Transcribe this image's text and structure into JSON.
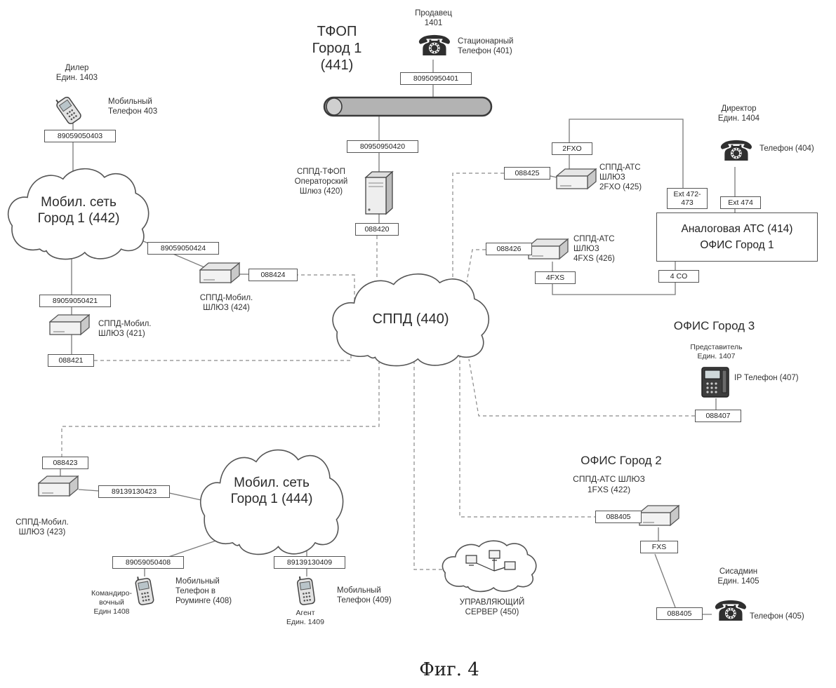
{
  "caption": "Фиг. 4",
  "icons": {
    "desk_phone_glyph": "☎"
  },
  "colors": {
    "line": "#7a7a7a",
    "cloud_stroke": "#555555",
    "pipe_fill": "#b3b3b3"
  },
  "pstn": {
    "cloud_title": "ТФОП\nГород 1\n(441)",
    "seller": "Продавец\n1401",
    "desk_phone": "Стационарный\nТелефон (401)",
    "num_401": "80950950401",
    "num_420_pstn": "80950950420",
    "gateway_420": "СППД-ТФОП\nОператорский\nШлюз (420)",
    "num_420_sppd": "088420"
  },
  "sppd": {
    "cloud_title": "СППД  (440)"
  },
  "mobile_442": {
    "cloud_title": "Мобил. сеть\nГород 1  (442)",
    "dealer": "Дилер\nЕдин. 1403",
    "mobile_403": "Мобильный\nТелефон 403",
    "num_403": "89059050403",
    "num_424_mob": "89059050424",
    "num_424_sppd": "088424",
    "gateway_424": "СППД-Мобил.\nШЛЮЗ (424)",
    "num_421_mob": "89059050421",
    "gateway_421": "СППД-Мобил.\nШЛЮЗ (421)",
    "num_421_sppd": "088421"
  },
  "office1": {
    "fxo_port": "2FXO",
    "num_425": "088425",
    "gateway_425": "СППД-АТС\nШЛЮЗ\n2FXO (425)",
    "director": "Директор\nЕдин. 1404",
    "phone_404": "Телефон (404)",
    "ext_472": "Ext 472-\n473",
    "ext_474": "Ext 474",
    "pbx": "Аналоговая АТС (414)\nОФИС Город 1",
    "co_port": "4 CO",
    "num_426": "088426",
    "gateway_426": "СППД-АТС\nШЛЮЗ\n4FXS (426)",
    "fxs_port": "4FXS"
  },
  "office3": {
    "title": "ОФИС Город 3",
    "representative": "Представитель\nЕдин. 1407",
    "ip_phone": "IP Телефон (407)",
    "num_407": "088407"
  },
  "office2": {
    "title": "ОФИС Город 2",
    "gateway_422": "СППД-АТС ШЛЮЗ\n1FXS (422)",
    "num_405_sppd": "088405",
    "fxs_port": "FXS",
    "sysadmin": "Сисадмин\nЕдин. 1405",
    "num_405_line": "088405",
    "phone_405": "Телефон (405)"
  },
  "mobile_444": {
    "cloud_title": "Мобил. сеть\nГород 1  (444)",
    "num_423_sppd": "088423",
    "gateway_423": "СППД-Мобил.\nШЛЮЗ (423)",
    "num_423_mob": "89139130423",
    "num_408": "89059050408",
    "traveler": "Командиро-\nвочный\nЕдин 1408",
    "mobile_408": "Мобильный\nТелефон в\nРоуминге (408)",
    "num_409": "89139130409",
    "agent": "Агент\nЕдин. 1409",
    "mobile_409": "Мобильный\nТелефон (409)"
  },
  "server": {
    "label": "УПРАВЛЯЮЩИЙ\nСЕРВЕР (450)"
  }
}
